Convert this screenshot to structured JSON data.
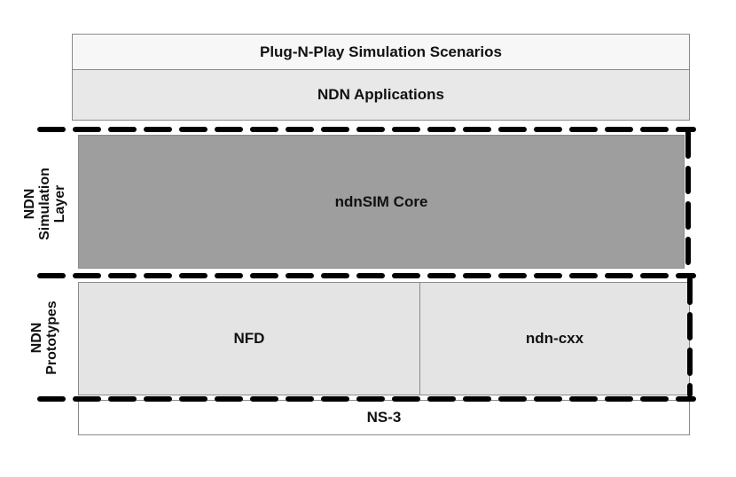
{
  "layers": {
    "scenarios": "Plug-N-Play Simulation Scenarios",
    "applications": "NDN Applications",
    "core": "ndnSIM Core",
    "nfd": "NFD",
    "ndn_cxx": "ndn-cxx",
    "ns3": "NS-3"
  },
  "side_labels": {
    "simulation_layer": [
      "NDN",
      "Simulation",
      "Layer"
    ],
    "prototypes": [
      "NDN",
      "Prototypes"
    ]
  },
  "colors": {
    "scenarios_fill": "#f7f7f7",
    "applications_fill": "#e8e8e8",
    "core_fill": "#9e9e9e",
    "prototype_fill": "#e4e4e4",
    "ns3_fill": "#ffffff",
    "dash": "#000000"
  }
}
